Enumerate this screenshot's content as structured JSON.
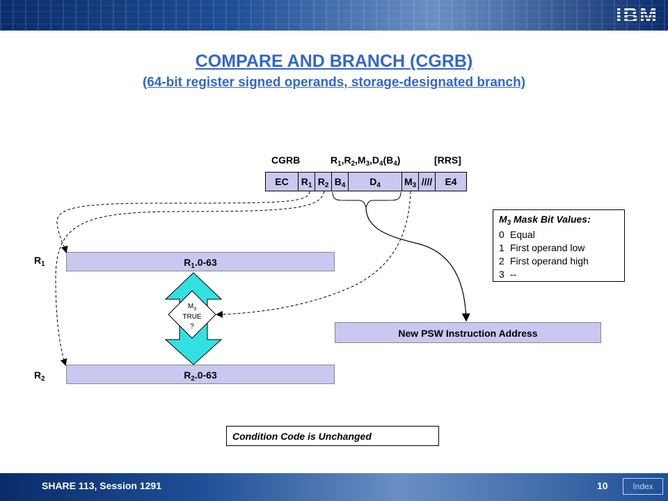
{
  "title": "COMPARE AND BRANCH (CGRB)",
  "subtitle": "(64-bit register signed operands, storage-designated branch)",
  "format": {
    "mnemonic": "CGRB",
    "operands": "R1,R2,M3,D4(B4)",
    "type": "[RRS]",
    "fields": [
      "EC",
      "R1",
      "R2",
      "B4",
      "D4",
      "M3",
      "////",
      "E4"
    ]
  },
  "registers": {
    "r1_label": "R1",
    "r1_box": "R1.0-63",
    "r2_label": "R2",
    "r2_box": "R2.0-63"
  },
  "decision": {
    "line1": "M3",
    "line2": "TRUE",
    "line3": "?"
  },
  "psw_box": "New PSW Instruction Address",
  "mask": {
    "title": "M3 Mask Bit Values:",
    "items": [
      {
        "k": "0",
        "v": "Equal"
      },
      {
        "k": "1",
        "v": "First operand low"
      },
      {
        "k": "2",
        "v": "First operand high"
      },
      {
        "k": "3",
        "v": "--"
      }
    ]
  },
  "condition_code": "Condition Code is Unchanged",
  "footer": {
    "session": "SHARE 113, Session 1291",
    "page": "10",
    "index": "Index"
  },
  "colors": {
    "title": "#3366cc",
    "box_fill": "#c8c8f0",
    "arrow_fill": "#33e0e0"
  },
  "logo": "IBM"
}
